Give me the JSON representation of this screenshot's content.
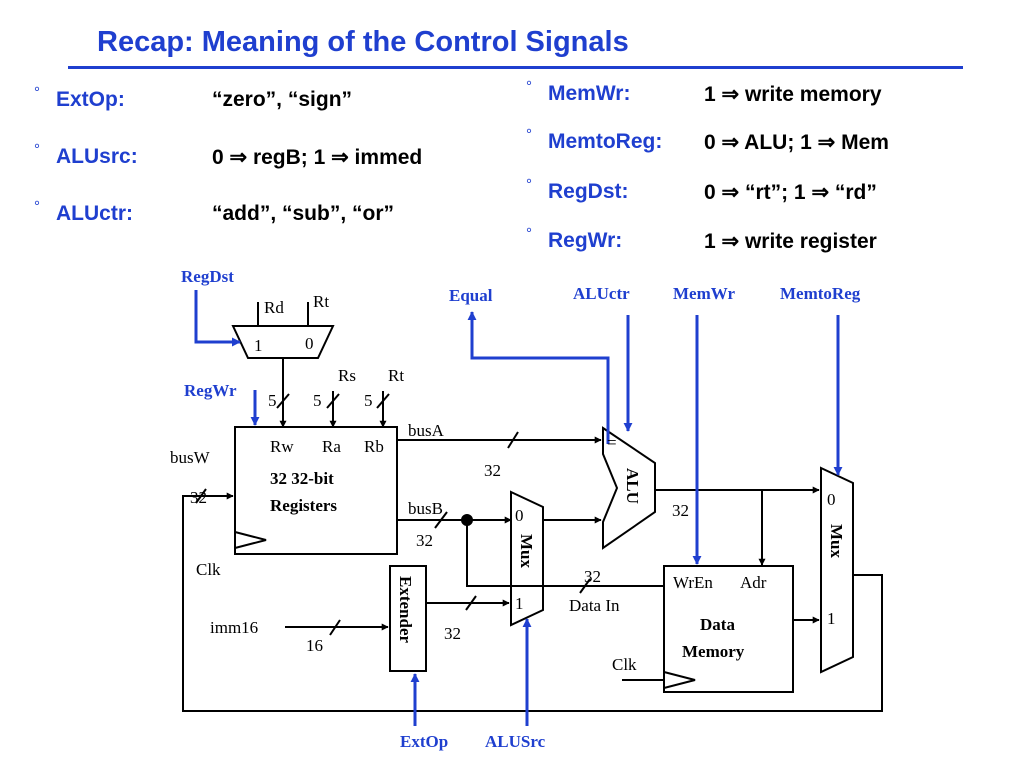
{
  "title": "Recap: Meaning of the Control Signals",
  "bullets_left": [
    {
      "name": "ExtOp:",
      "value": "“zero”, “sign”"
    },
    {
      "name": "ALUsrc:",
      "value": "0 ⇒ regB; 1 ⇒ immed"
    },
    {
      "name": "ALUctr:",
      "value": "“add”, “sub”, “or”"
    }
  ],
  "bullets_right": [
    {
      "name": "MemWr:",
      "value": "1 ⇒ write memory"
    },
    {
      "name": "MemtoReg:",
      "value": "0 ⇒ ALU; 1 ⇒ Mem"
    },
    {
      "name": "RegDst:",
      "value": "0 ⇒ “rt”; 1 ⇒ “rd”"
    },
    {
      "name": "RegWr:",
      "value": "1 ⇒ write register"
    }
  ],
  "bullet_symbol": "°",
  "diagram": {
    "signals": {
      "regdst": "RegDst",
      "regwr": "RegWr",
      "equal": "Equal",
      "aluctr": "ALUctr",
      "memwr": "MemWr",
      "memtoreg": "MemtoReg",
      "extop": "ExtOp",
      "alusrc": "ALUSrc"
    },
    "regdst_mux": {
      "in1_label": "Rd",
      "in0_label": "Rt",
      "sel1": "1",
      "sel0": "0"
    },
    "register_fields": {
      "rs": "Rs",
      "rt": "Rt",
      "width_a": "5",
      "width_b": "5",
      "width_c": "5"
    },
    "register_file": {
      "ports": [
        "Rw",
        "Ra",
        "Rb"
      ],
      "line1": "32 32-bit",
      "line2": "Registers",
      "clk": "Clk"
    },
    "buses": {
      "busw": "busW",
      "busw_width": "32",
      "busa": "busA",
      "busa_width": "32",
      "busb": "busB",
      "busb_width": "32",
      "ext_out_width": "32",
      "alu_out_width": "32",
      "datain_width": "32"
    },
    "alu_mux": {
      "label": "Mux",
      "sel0": "0",
      "sel1": "1"
    },
    "alu": {
      "label": "ALU",
      "eq": "="
    },
    "extender": {
      "label": "Extender",
      "input": "imm16",
      "input_width": "16"
    },
    "data_memory": {
      "wren": "WrEn",
      "adr": "Adr",
      "line1": "Data",
      "line2": "Memory",
      "datain": "Data In",
      "clk": "Clk"
    },
    "wb_mux": {
      "label": "Mux",
      "sel0": "0",
      "sel1": "1"
    }
  },
  "colors": {
    "accent": "#1f3fcf",
    "ink": "#000000"
  }
}
